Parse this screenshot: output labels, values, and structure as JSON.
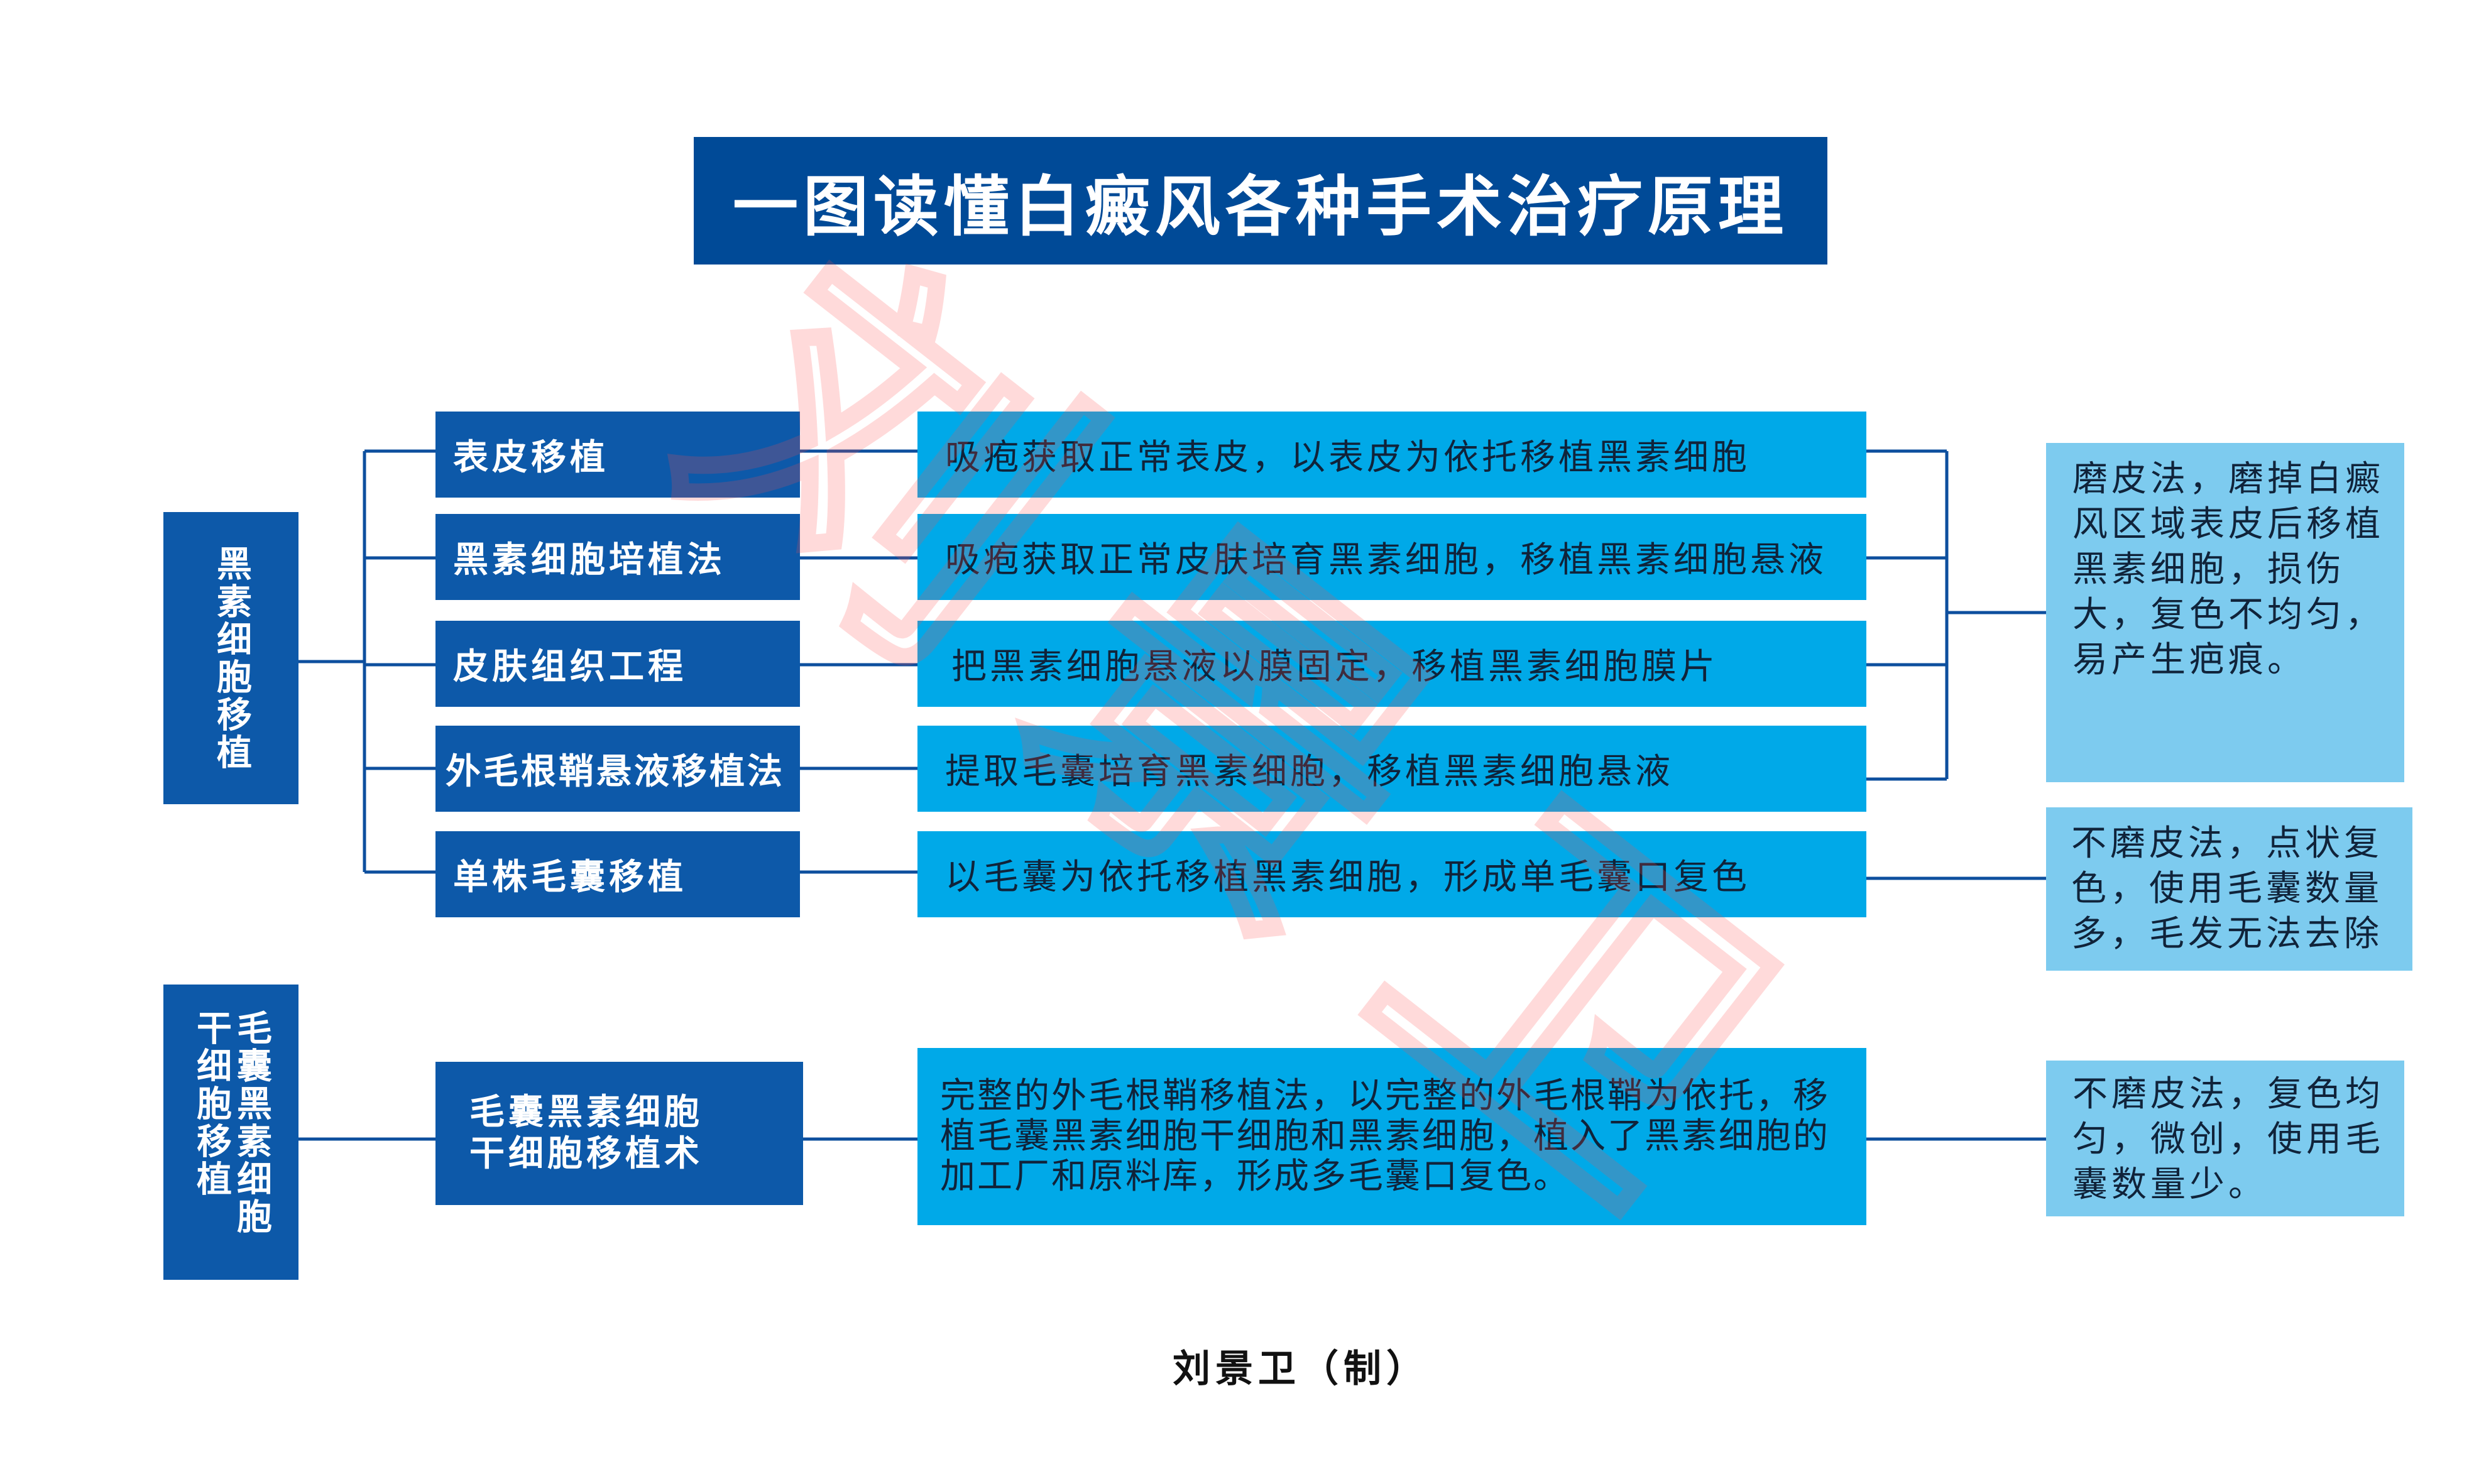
{
  "title": "一图读懂白癜风各种手术治疗原理",
  "categories": [
    {
      "label": "黑素细胞移植"
    },
    {
      "label": "毛囊黑素细胞干细胞移植"
    }
  ],
  "methods": [
    {
      "label": "表皮移植"
    },
    {
      "label": "黑素细胞培植法"
    },
    {
      "label": "皮肤组织工程"
    },
    {
      "label": "外毛根鞘悬液移植法"
    },
    {
      "label": "单株毛囊移植"
    },
    {
      "label": "毛囊黑素细胞\n干细胞移植术"
    }
  ],
  "descriptions": [
    {
      "text": "吸疱获取正常表皮，以表皮为依托移植黑素细胞"
    },
    {
      "text": "吸疱获取正常皮肤培育黑素细胞，移植黑素细胞悬液"
    },
    {
      "text": "把黑素细胞悬液以膜固定，移植黑素细胞膜片"
    },
    {
      "text": "提取毛囊培育黑素细胞，移植黑素细胞悬液"
    },
    {
      "text": "以毛囊为依托移植黑素细胞，形成单毛囊口复色"
    },
    {
      "text": "完整的外毛根鞘移植法，以完整的外毛根鞘为依托，移植毛囊黑素细胞干细胞和黑素细胞，植入了黑素细胞的加工厂和原料库，形成多毛囊口复色。"
    }
  ],
  "notes": [
    {
      "text": "磨皮法，磨掉白癜风区域表皮后移植黑素细胞，损伤大，复色不均匀，易产生疤痕。"
    },
    {
      "text": "不磨皮法，点状复色，使用毛囊数量多，毛发无法去除"
    },
    {
      "text": "不磨皮法，复色均匀，微创，使用毛囊数量少。"
    }
  ],
  "author": "刘景卫（制）",
  "watermark": "刘景卫",
  "colors": {
    "title_bg": "#004a97",
    "method_bg": "#0d59a9",
    "desc_bg": "#00a9e8",
    "note_bg": "#7dcbef",
    "line": "#0d4f9e",
    "watermark": "#ff4d4d"
  }
}
